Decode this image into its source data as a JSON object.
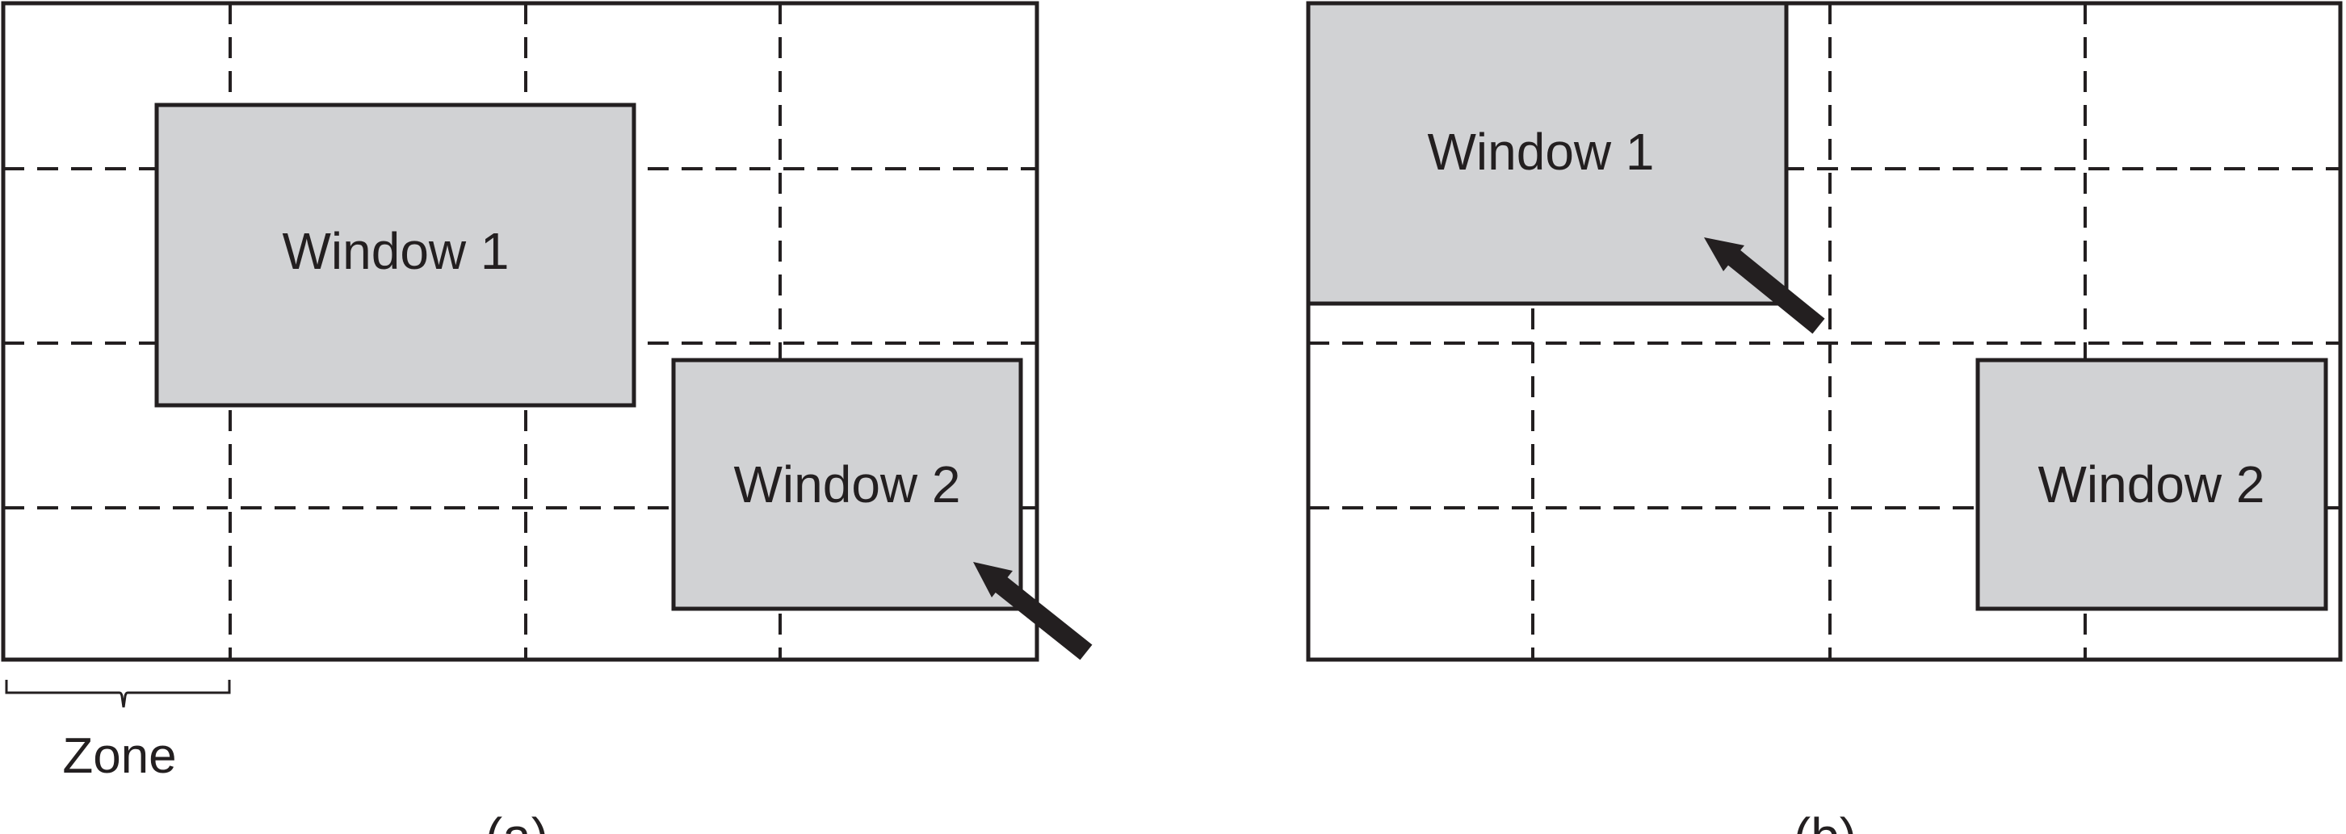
{
  "panel_a": {
    "window1_label": "Window 1",
    "window2_label": "Window 2",
    "zone_label": "Zone",
    "caption": "(a)"
  },
  "panel_b": {
    "window1_label": "Window 1",
    "window2_label": "Window 2",
    "caption": "(b)"
  },
  "colors": {
    "window_fill": "#d1d2d4",
    "stroke": "#231f20",
    "background": "#ffffff"
  }
}
